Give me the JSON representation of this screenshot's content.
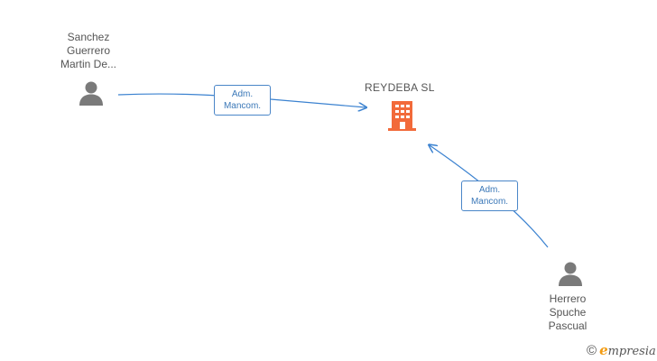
{
  "company": {
    "name": "REYDEBA SL",
    "icon": "building-icon",
    "color": "#f26a3a"
  },
  "people": [
    {
      "name_lines": [
        "Sanchez",
        "Guerrero",
        "Martin De..."
      ],
      "icon": "person-icon"
    },
    {
      "name_lines": [
        "Herrero",
        "Spuche",
        "Pascual"
      ],
      "icon": "person-icon"
    }
  ],
  "relations": [
    {
      "label_lines": [
        "Adm.",
        "Mancom."
      ]
    },
    {
      "label_lines": [
        "Adm.",
        "Mancom."
      ]
    }
  ],
  "colors": {
    "edge": "#3b82d0",
    "person": "#7a7a7a",
    "label": "#555555"
  },
  "brand": {
    "copyright": "©",
    "name_first": "e",
    "name_rest": "mpresia"
  }
}
